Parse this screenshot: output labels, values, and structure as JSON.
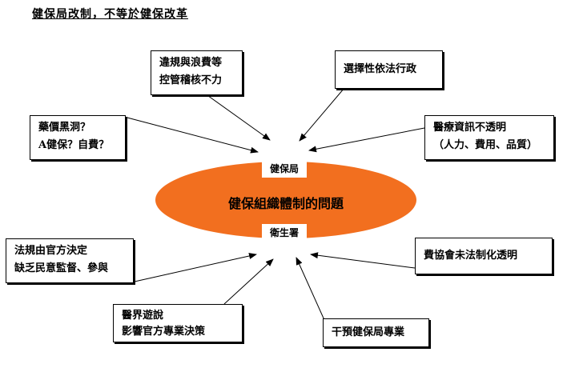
{
  "title": "健保局改制，不等於健保改革",
  "center": {
    "label": "健保組織體制的問題",
    "top_tag": "健保局",
    "bottom_tag": "衛生署",
    "color": "#f26f1f"
  },
  "boxes": {
    "violation": [
      "違規與浪費等",
      "控管稽核不力"
    ],
    "select_law": [
      "選擇性依法行政"
    ],
    "drug_price": [
      "藥價黑洞？",
      "A健保？自費？"
    ],
    "medical_info": [
      "醫療資訊不透明",
      "（人力、費用、品質）"
    ],
    "regulation": [
      "法規由官方決定",
      "缺乏民意監督、參與"
    ],
    "fee_council": [
      "費協會未法制化透明"
    ],
    "lobby": [
      "醫界遊說",
      "影響官方專業決策"
    ],
    "interfere": [
      "干預健保局專業"
    ]
  }
}
